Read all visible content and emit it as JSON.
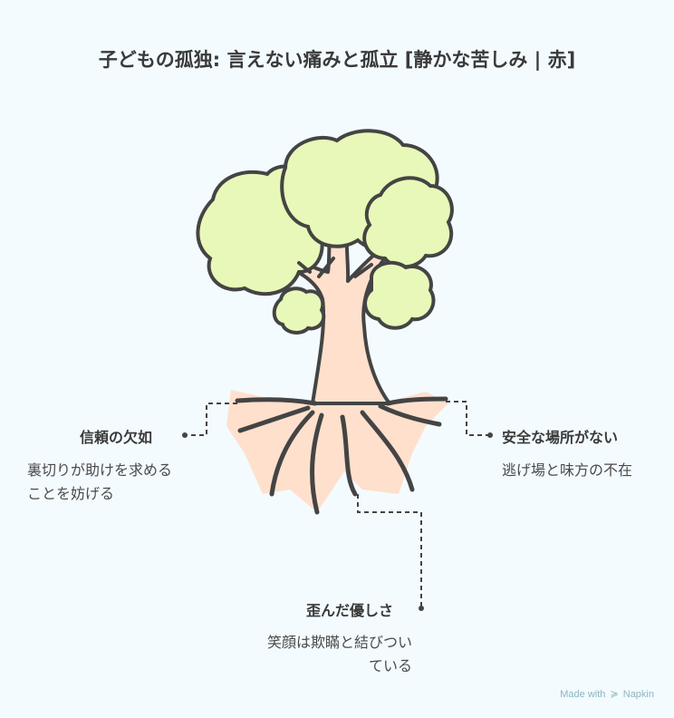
{
  "title": "子どもの孤独: 言えない痛みと孤立 [静かな苦しみ | 赤]",
  "branches": {
    "left": {
      "label": "信頼の欠如",
      "description": "裏切りが助けを求めることを妨げる"
    },
    "right": {
      "label": "安全な場所がない",
      "description": "逃げ場と味方の不在"
    },
    "bottom": {
      "label": "歪んだ優しさ",
      "description": "笑顔は欺瞞と結びついている"
    }
  },
  "footer": {
    "made_with": "Made with",
    "brand": "Napkin"
  },
  "colors": {
    "foliage": "#e8f8b8",
    "trunk": "#ffe0cc",
    "outline": "#444444",
    "background": "#f3fbfe"
  }
}
